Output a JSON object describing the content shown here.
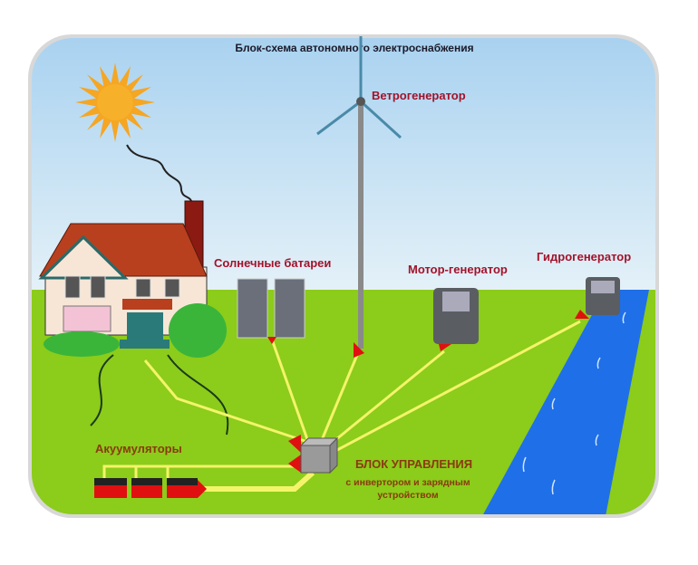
{
  "title": "Блок-схема автономного электроснабжения",
  "labels": {
    "wind": "Ветрогенератор",
    "solar": "Солнечные батареи",
    "motor": "Мотор-генератор",
    "hydro": "Гидрогенератор",
    "batteries": "Акуумуляторы",
    "control": "БЛОК УПРАВЛЕНИЯ",
    "control_sub1": "с инвертором и зарядным",
    "control_sub2": "устройством"
  },
  "colors": {
    "sky": "#cfe6f5",
    "grass": "#8ccc1a",
    "river": "#1f6fe8",
    "line": "#f4f46a",
    "label": "#a3122a",
    "arrow": "#e01010"
  }
}
